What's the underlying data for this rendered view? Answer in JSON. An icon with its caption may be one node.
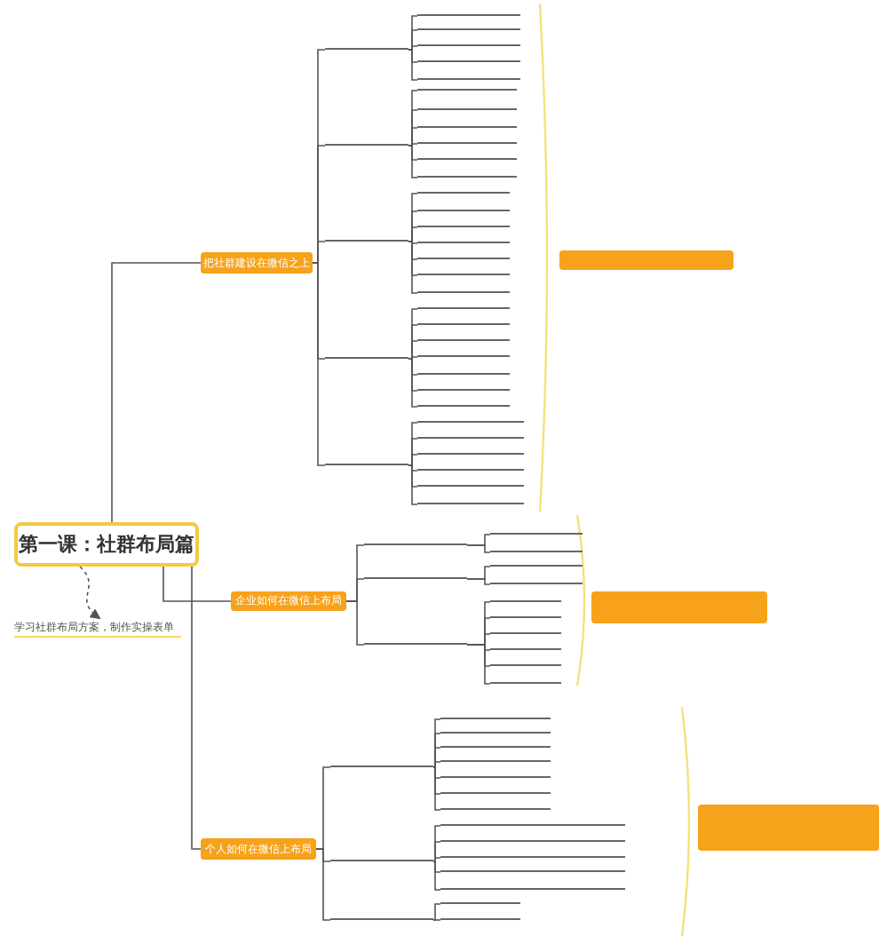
{
  "diagram": {
    "nodes": [
      {
        "text": [
          "第一课：社群布局篇"
        ]
      },
      {
        "text": [
          "学习社群布局方案，制作实操表单"
        ]
      },
      {
        "text": [
          "把社群建设在微信之上"
        ]
      },
      {
        "text": [],
        "shape": "line"
      },
      {
        "text": [],
        "shape": "line"
      },
      {
        "text": [],
        "shape": "line"
      },
      {
        "text": [],
        "shape": "line"
      },
      {
        "text": [],
        "shape": "line"
      },
      {
        "text": [],
        "shape": "line"
      },
      {
        "text": [],
        "shape": "line"
      },
      {
        "text": [],
        "shape": "line"
      },
      {
        "text": [],
        "shape": "line"
      },
      {
        "text": [],
        "shape": "line"
      },
      {
        "text": [],
        "shape": "line"
      },
      {
        "text": [],
        "shape": "line"
      },
      {
        "text": [],
        "shape": "line"
      },
      {
        "text": [],
        "shape": "line"
      },
      {
        "text": [],
        "shape": "line"
      },
      {
        "text": [],
        "shape": "line"
      },
      {
        "text": [],
        "shape": "line"
      },
      {
        "text": [],
        "shape": "line"
      },
      {
        "text": [],
        "shape": "line"
      },
      {
        "text": [],
        "shape": "line"
      },
      {
        "text": [],
        "shape": "line"
      },
      {
        "text": [],
        "shape": "line"
      },
      {
        "text": [],
        "shape": "line"
      },
      {
        "text": [],
        "shape": "line"
      },
      {
        "text": [],
        "shape": "line"
      },
      {
        "text": [],
        "shape": "line"
      },
      {
        "text": [],
        "shape": "line"
      },
      {
        "text": [],
        "shape": "line"
      },
      {
        "text": [],
        "shape": "line"
      },
      {
        "text": [],
        "shape": "line"
      },
      {
        "text": [],
        "shape": "line"
      },
      {
        "text": [],
        "shape": "line"
      },
      {
        "text": [],
        "shape": "line"
      },
      {
        "text": [],
        "shape": "line"
      },
      {
        "text": [],
        "shape": "line"
      },
      {
        "text": [],
        "shape": "line"
      },
      {
        "text": [
          "企业如何在微信上布局"
        ]
      },
      {
        "text": [],
        "shape": "line"
      },
      {
        "text": [],
        "shape": "line"
      },
      {
        "text": [],
        "shape": "line"
      },
      {
        "text": [],
        "shape": "line"
      },
      {
        "text": [],
        "shape": "line"
      },
      {
        "text": [],
        "shape": "line"
      },
      {
        "text": [],
        "shape": "line"
      },
      {
        "text": [],
        "shape": "line"
      },
      {
        "text": [],
        "shape": "line"
      },
      {
        "text": [],
        "shape": "line"
      },
      {
        "text": [],
        "shape": "line"
      },
      {
        "text": [],
        "shape": "line"
      },
      {
        "text": [],
        "shape": "line"
      },
      {
        "text": [
          "个人如何在微信上布局"
        ]
      },
      {
        "text": [],
        "shape": "line"
      },
      {
        "text": [],
        "shape": "line"
      },
      {
        "text": [],
        "shape": "line"
      },
      {
        "text": [],
        "shape": "line"
      },
      {
        "text": [],
        "shape": "line"
      },
      {
        "text": [],
        "shape": "line"
      },
      {
        "text": [],
        "shape": "line"
      },
      {
        "text": [],
        "shape": "line"
      },
      {
        "text": [],
        "shape": "line"
      },
      {
        "text": [],
        "shape": "line"
      },
      {
        "text": [],
        "shape": "line"
      },
      {
        "text": [],
        "shape": "line"
      },
      {
        "text": [],
        "shape": "line"
      },
      {
        "text": [],
        "shape": "line"
      },
      {
        "text": [],
        "shape": "line"
      },
      {
        "text": [],
        "shape": "line"
      },
      {
        "text": [],
        "shape": "line"
      },
      {
        "text": [],
        "shape": "box"
      },
      {
        "text": [],
        "shape": "box"
      },
      {
        "text": [],
        "shape": "box"
      }
    ],
    "edges": [
      {
        "from": 0,
        "to": 1,
        "arrow": "to",
        "style": "dashed"
      },
      {
        "from": 0,
        "to": 2,
        "arrow": "none"
      },
      {
        "from": 0,
        "to": 39,
        "arrow": "none"
      },
      {
        "from": 0,
        "to": 53,
        "arrow": "none"
      },
      {
        "from": 2,
        "to": 3,
        "arrow": "none"
      },
      {
        "from": 2,
        "to": 9,
        "arrow": "none"
      },
      {
        "from": 2,
        "to": 16,
        "arrow": "none"
      },
      {
        "from": 2,
        "to": 24,
        "arrow": "none"
      },
      {
        "from": 2,
        "to": 32,
        "arrow": "none"
      },
      {
        "from": 3,
        "to": 4,
        "arrow": "none"
      },
      {
        "from": 3,
        "to": 5,
        "arrow": "none"
      },
      {
        "from": 3,
        "to": 6,
        "arrow": "none"
      },
      {
        "from": 3,
        "to": 7,
        "arrow": "none"
      },
      {
        "from": 3,
        "to": 8,
        "arrow": "none"
      },
      {
        "from": 9,
        "to": 10,
        "arrow": "none"
      },
      {
        "from": 9,
        "to": 11,
        "arrow": "none"
      },
      {
        "from": 9,
        "to": 12,
        "arrow": "none"
      },
      {
        "from": 9,
        "to": 13,
        "arrow": "none"
      },
      {
        "from": 9,
        "to": 14,
        "arrow": "none"
      },
      {
        "from": 9,
        "to": 15,
        "arrow": "none"
      },
      {
        "from": 16,
        "to": 17,
        "arrow": "none"
      },
      {
        "from": 16,
        "to": 18,
        "arrow": "none"
      },
      {
        "from": 16,
        "to": 19,
        "arrow": "none"
      },
      {
        "from": 16,
        "to": 20,
        "arrow": "none"
      },
      {
        "from": 16,
        "to": 21,
        "arrow": "none"
      },
      {
        "from": 16,
        "to": 22,
        "arrow": "none"
      },
      {
        "from": 16,
        "to": 23,
        "arrow": "none"
      },
      {
        "from": 24,
        "to": 25,
        "arrow": "none"
      },
      {
        "from": 24,
        "to": 26,
        "arrow": "none"
      },
      {
        "from": 24,
        "to": 27,
        "arrow": "none"
      },
      {
        "from": 24,
        "to": 28,
        "arrow": "none"
      },
      {
        "from": 24,
        "to": 29,
        "arrow": "none"
      },
      {
        "from": 24,
        "to": 30,
        "arrow": "none"
      },
      {
        "from": 24,
        "to": 31,
        "arrow": "none"
      },
      {
        "from": 32,
        "to": 33,
        "arrow": "none"
      },
      {
        "from": 32,
        "to": 34,
        "arrow": "none"
      },
      {
        "from": 32,
        "to": 35,
        "arrow": "none"
      },
      {
        "from": 32,
        "to": 36,
        "arrow": "none"
      },
      {
        "from": 32,
        "to": 37,
        "arrow": "none"
      },
      {
        "from": 32,
        "to": 38,
        "arrow": "none"
      },
      {
        "from": 39,
        "to": 40,
        "arrow": "none"
      },
      {
        "from": 39,
        "to": 43,
        "arrow": "none"
      },
      {
        "from": 39,
        "to": 46,
        "arrow": "none"
      },
      {
        "from": 40,
        "to": 41,
        "arrow": "none"
      },
      {
        "from": 40,
        "to": 42,
        "arrow": "none"
      },
      {
        "from": 43,
        "to": 44,
        "arrow": "none"
      },
      {
        "from": 43,
        "to": 45,
        "arrow": "none"
      },
      {
        "from": 46,
        "to": 47,
        "arrow": "none"
      },
      {
        "from": 46,
        "to": 48,
        "arrow": "none"
      },
      {
        "from": 46,
        "to": 49,
        "arrow": "none"
      },
      {
        "from": 46,
        "to": 50,
        "arrow": "none"
      },
      {
        "from": 46,
        "to": 51,
        "arrow": "none"
      },
      {
        "from": 46,
        "to": 52,
        "arrow": "none"
      },
      {
        "from": 53,
        "to": 54,
        "arrow": "none"
      },
      {
        "from": 53,
        "to": 62,
        "arrow": "none"
      },
      {
        "from": 53,
        "to": 68,
        "arrow": "none"
      },
      {
        "from": 54,
        "to": 55,
        "arrow": "none"
      },
      {
        "from": 54,
        "to": 56,
        "arrow": "none"
      },
      {
        "from": 54,
        "to": 57,
        "arrow": "none"
      },
      {
        "from": 54,
        "to": 58,
        "arrow": "none"
      },
      {
        "from": 54,
        "to": 59,
        "arrow": "none"
      },
      {
        "from": 54,
        "to": 60,
        "arrow": "none"
      },
      {
        "from": 54,
        "to": 61,
        "arrow": "none"
      },
      {
        "from": 62,
        "to": 63,
        "arrow": "none"
      },
      {
        "from": 62,
        "to": 64,
        "arrow": "none"
      },
      {
        "from": 62,
        "to": 65,
        "arrow": "none"
      },
      {
        "from": 62,
        "to": 66,
        "arrow": "none"
      },
      {
        "from": 62,
        "to": 67,
        "arrow": "none"
      },
      {
        "from": 68,
        "to": 69,
        "arrow": "none"
      },
      {
        "from": 68,
        "to": 70,
        "arrow": "none"
      }
    ]
  }
}
